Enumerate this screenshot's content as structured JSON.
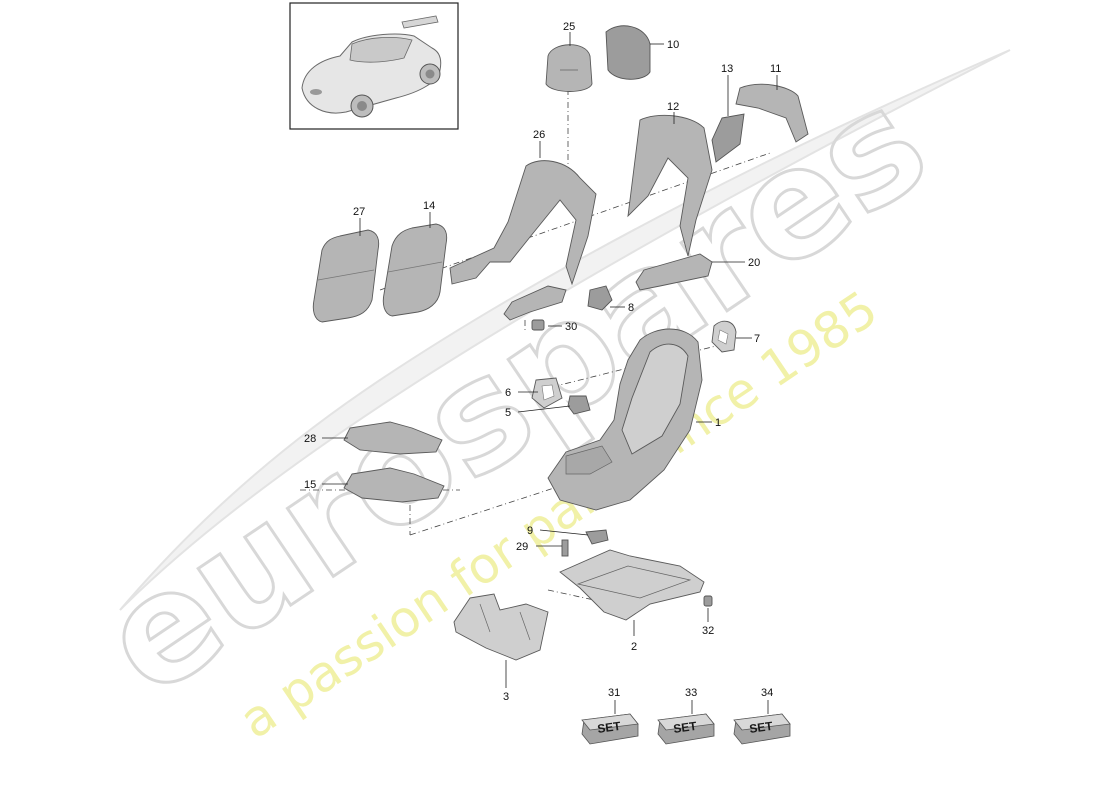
{
  "watermark": {
    "brand": "eurospares",
    "tagline": "a passion for parts since 1985"
  },
  "callouts": [
    "1",
    "2",
    "3",
    "5",
    "6",
    "7",
    "8",
    "9",
    "10",
    "11",
    "12",
    "13",
    "14",
    "15",
    "20",
    "25",
    "26",
    "27",
    "28",
    "29",
    "30",
    "31",
    "32",
    "33",
    "34"
  ],
  "set_label": "SET"
}
